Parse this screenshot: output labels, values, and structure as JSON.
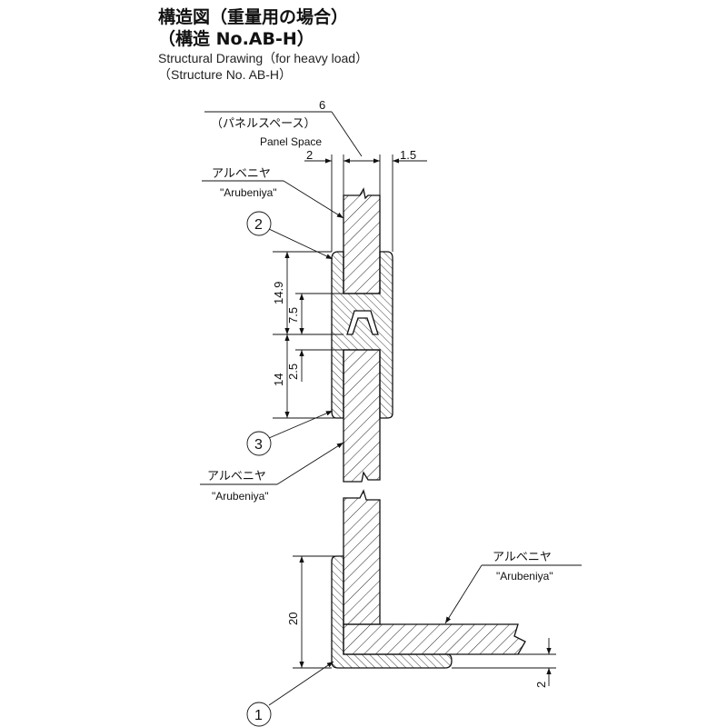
{
  "title": {
    "jp_line1": "構造図（重量用の場合）",
    "jp_line2": "（構造 No.AB-H）",
    "en_line1": "Structural Drawing（for heavy load）",
    "en_line2": "（Structure No. AB-H）"
  },
  "dimensions": {
    "panel_space_value": "6",
    "panel_space_jp": "（パネルスペース）",
    "panel_space_en": "Panel Space",
    "left_gap": "2",
    "right_gap": "1.5",
    "upper_height": "14.9",
    "channel": "7.5",
    "lower_height": "14",
    "lip": "2.5",
    "angle_height": "20",
    "angle_thickness": "2"
  },
  "labels": [
    {
      "jp": "アルベニヤ",
      "en": "\"Arubeniya\""
    },
    {
      "jp": "アルベニヤ",
      "en": "\"Arubeniya\""
    },
    {
      "jp": "アルベニヤ",
      "en": "\"Arubeniya\""
    }
  ],
  "callouts": [
    "2",
    "3",
    "1"
  ]
}
